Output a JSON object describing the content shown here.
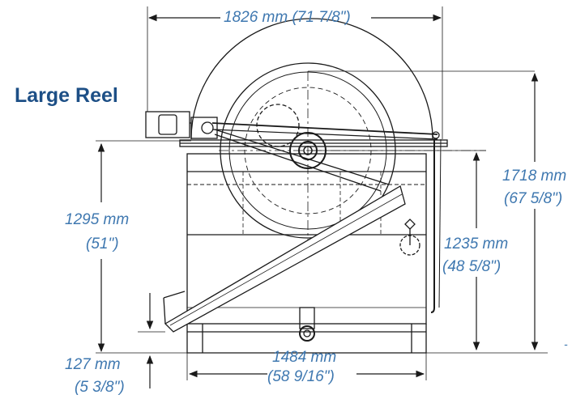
{
  "title": "Large Reel",
  "dimensions": {
    "overall_width": "1826 mm (71 7/8\")",
    "overall_height_mm": "1718 mm",
    "overall_height_in": "(67 5/8\")",
    "frame_height_mm": "1295 mm",
    "frame_height_in": "(51\")",
    "reel_center_height_mm": "1235 mm",
    "reel_center_height_in": "(48 5/8\")",
    "clearance_mm": "127 mm",
    "clearance_in": "(5 3/8\")",
    "base_width_mm": "1484 mm",
    "base_width_in": "(58 9/16\")",
    "tick_mark": "-"
  },
  "colors": {
    "title": "#1d4f86",
    "dimension_text": "#3f78b0",
    "line": "#1a1a1a"
  }
}
